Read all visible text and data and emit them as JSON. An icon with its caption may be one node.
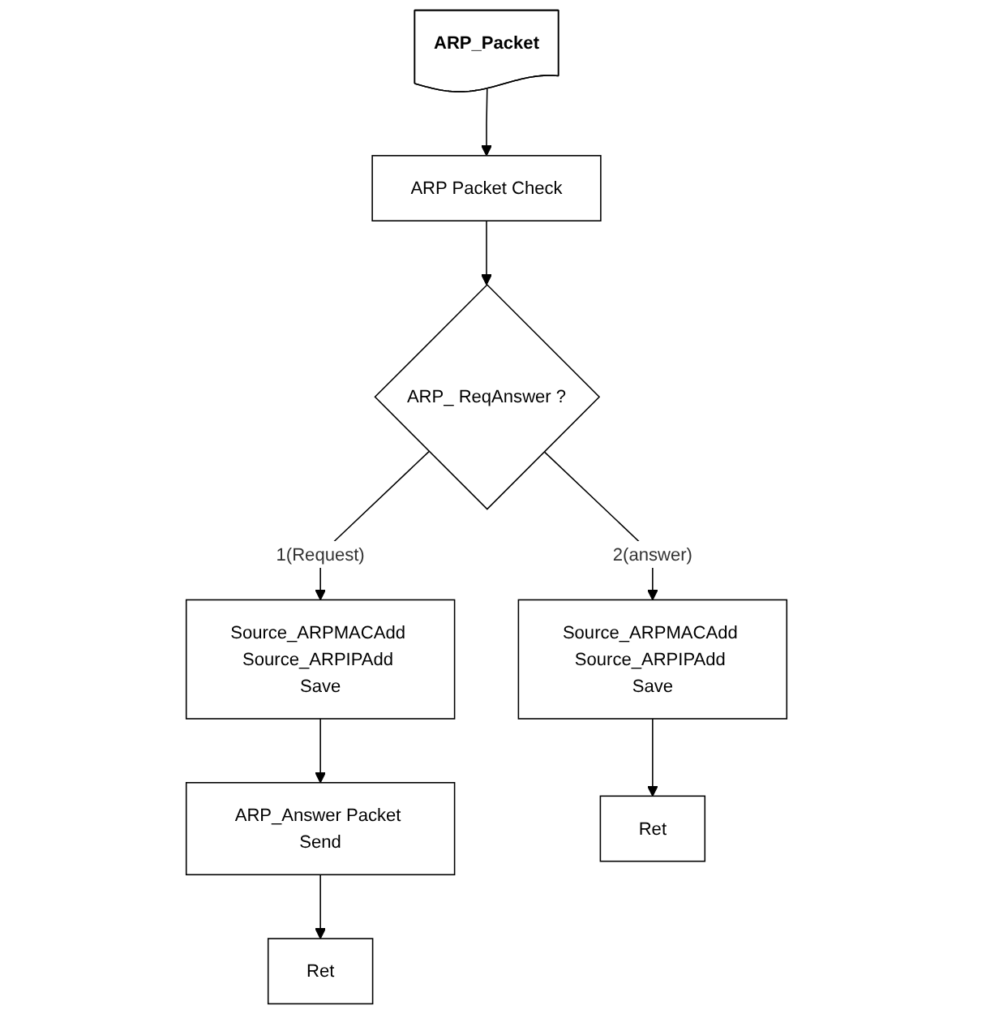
{
  "diagram": {
    "nodes": [
      {
        "text": [
          "ARP_Packet"
        ]
      },
      {
        "text": [
          "ARP Packet Check"
        ]
      },
      {
        "text": [
          "ARP_ ReqAnswer ?"
        ]
      },
      {
        "text": [
          "Source_ARPMACAdd Source_ARPIPAdd Save"
        ]
      },
      {
        "text": [
          "ARP_Answer Packet Send"
        ]
      },
      {
        "text": [
          "Ret"
        ]
      },
      {
        "text": [
          "Source_ARPMACAdd Source_ARPIPAdd Save"
        ]
      },
      {
        "text": [
          "Ret"
        ]
      }
    ],
    "edges": [
      {
        "from": 0,
        "to": 1,
        "arrow": "to"
      },
      {
        "from": 1,
        "to": 2,
        "arrow": "to"
      },
      {
        "from": 2,
        "to": 3,
        "label": "1(Request)",
        "arrow": "to"
      },
      {
        "from": 3,
        "to": 4,
        "arrow": "to"
      },
      {
        "from": 4,
        "to": 5,
        "arrow": "to"
      },
      {
        "from": 2,
        "to": 6,
        "label": "2(answer)",
        "arrow": "to"
      },
      {
        "from": 6,
        "to": 7,
        "arrow": "to"
      }
    ]
  }
}
